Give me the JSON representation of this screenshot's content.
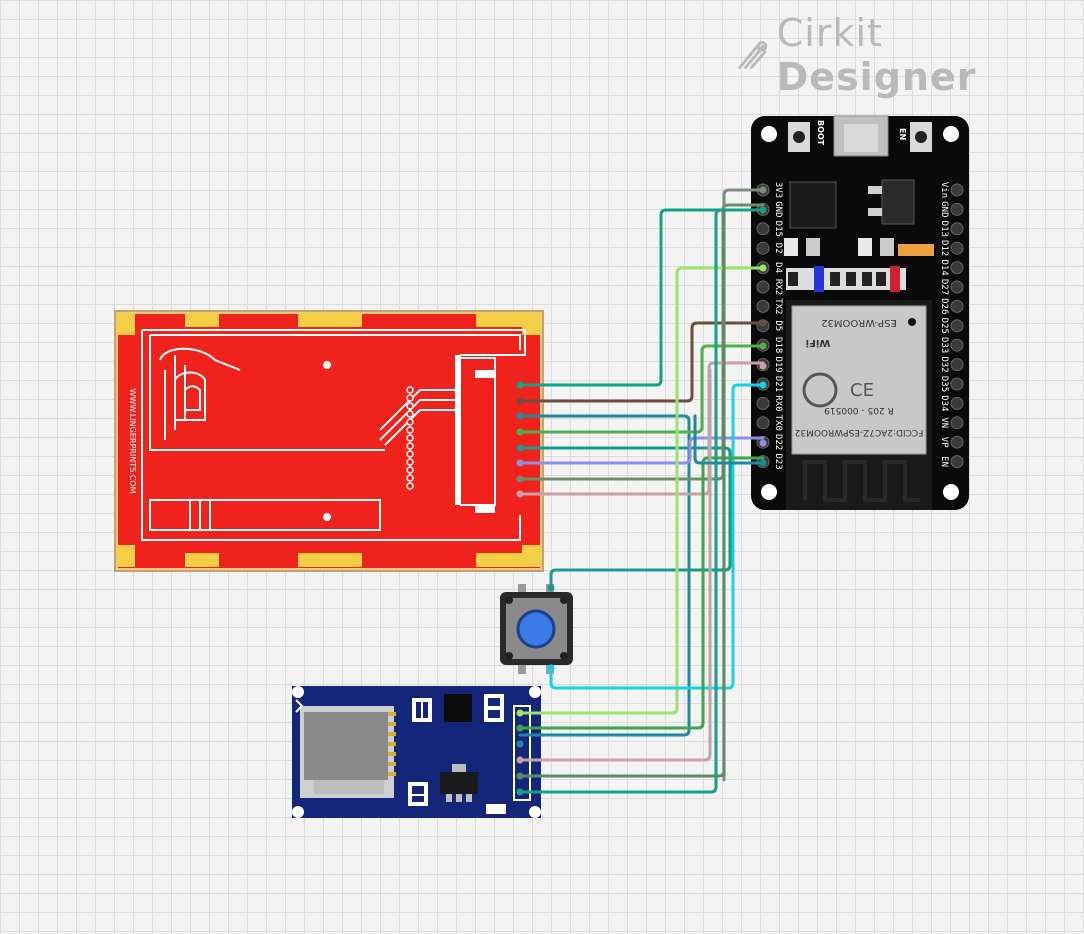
{
  "brand": {
    "name_light": "Cirkit",
    "name_bold": "Designer"
  },
  "esp32": {
    "boot_label": "BOOT",
    "en_label": "EN",
    "left_pins": [
      "3V3",
      "GND",
      "D15",
      "D2",
      "D4",
      "RX2",
      "TX2",
      "D5",
      "D18",
      "D19",
      "D21",
      "RX0",
      "TX0",
      "D22",
      "D23"
    ],
    "right_pins": [
      "Vin",
      "GND",
      "D13",
      "D12",
      "D14",
      "D27",
      "D26",
      "D25",
      "D33",
      "D32",
      "D35",
      "D34",
      "VN",
      "VP",
      "EN"
    ],
    "module": {
      "fcc": "FCCID:2AC7Z-ESPWROOM32",
      "cert": "R  205 - 000519",
      "model": "ESP-WROOM32",
      "wifi": "WiFi"
    }
  },
  "tft": {
    "url_text": "WWW.LINGERPRINTS.COM"
  },
  "colors": {
    "teal": "#16a085",
    "brown": "#6d4c41",
    "blue": "#1e8a9c",
    "green": "#52b04a",
    "lavender": "#8e8ee6",
    "olive": "#6b8e6b",
    "pink": "#c9a0a7",
    "lime": "#9be36b",
    "cyan": "#17d1e6",
    "gray": "#7f8c7f"
  }
}
